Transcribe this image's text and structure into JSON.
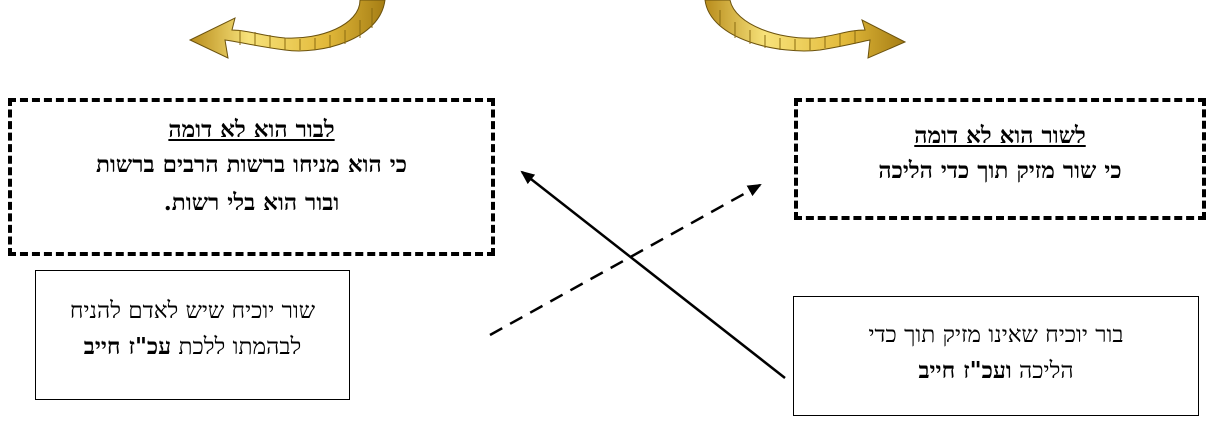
{
  "boxes": {
    "left_box": {
      "title": "לבור הוא לא דומה",
      "line1": "כי הוא מניחו ברשות הרבים ברשות",
      "line2": "ובור הוא בלי רשות."
    },
    "right_box": {
      "title": "לשור הוא לא דומה",
      "line1": "כי שור מזיק תוך כדי הליכה"
    },
    "bottom_left": {
      "line1": "שור יוכיח שיש לאדם להניח",
      "line2a": "לבהמתו ללכת ",
      "line2b": "עכ\"ז חייב"
    },
    "bottom_right": {
      "line1": "בור יוכיח שאינו מזיק תוך כדי",
      "line2a": "הליכה ",
      "line2b": "ועכ\"ז חייב"
    }
  },
  "colors": {
    "arrow_gold": "#e8c347",
    "arrow_light": "#f7e27a",
    "arrow_dark": "#8a6b10"
  }
}
